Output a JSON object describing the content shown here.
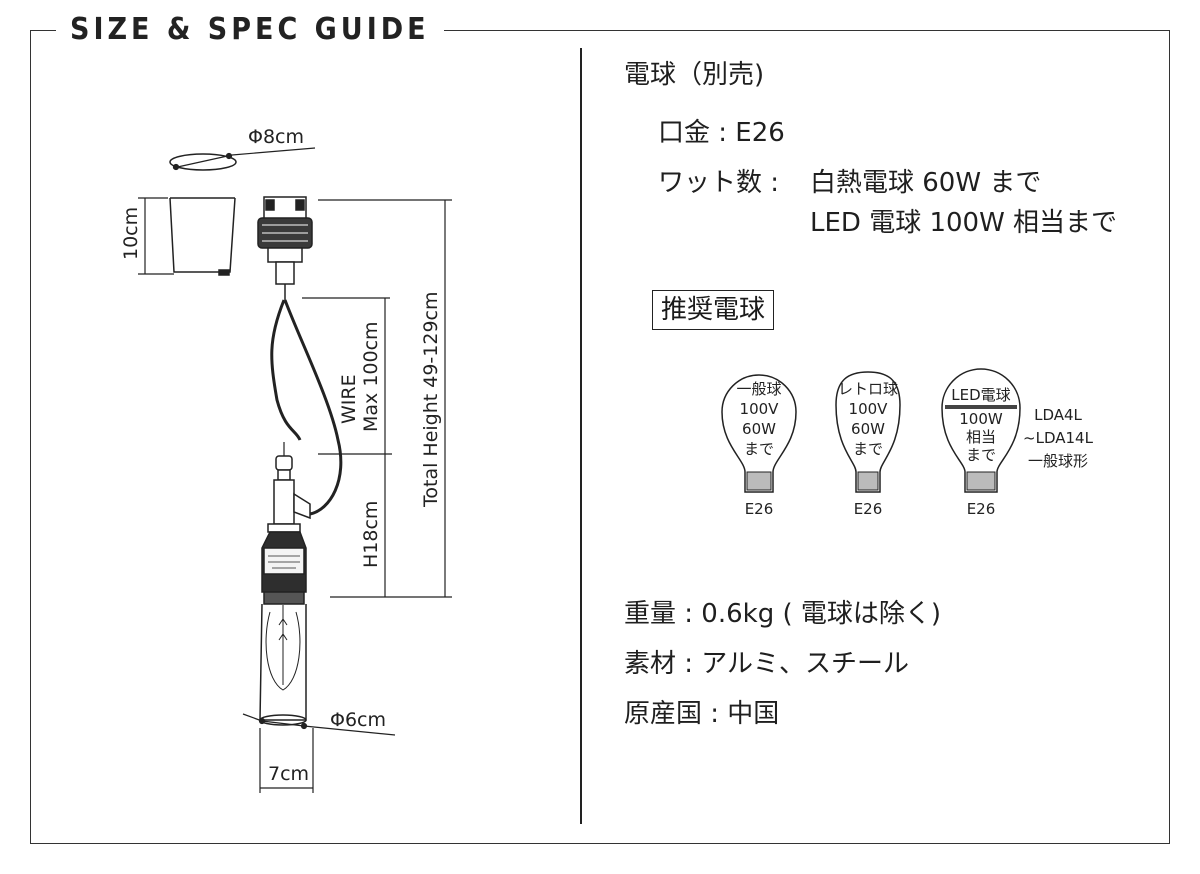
{
  "title": "SIZE & SPEC GUIDE",
  "dimensions": {
    "shade_diameter": "Φ8cm",
    "shade_height": "10cm",
    "wire_label": "WIRE",
    "wire_length": "Max 100cm",
    "total_height": "Total Height 49-129cm",
    "body_height": "H18cm",
    "glass_diameter": "Φ6cm",
    "width": "7cm"
  },
  "spec": {
    "bulb_heading": "電球（別売)",
    "socket": "口金 : E26",
    "watt_label": "ワット数 :",
    "watt_incandescent": "白熱電球 60W まで",
    "watt_led": "LED 電球 100W 相当まで",
    "recommended_heading": "推奨電球",
    "weight": "重量 : 0.6kg ( 電球は除く)",
    "material": "素材 : アルミ、スチール",
    "origin": "原産国 : 中国"
  },
  "bulbs": [
    {
      "type": "一般球",
      "line1": "100V",
      "line2": "60W",
      "line3": "まで",
      "base": "E26"
    },
    {
      "type": "レトロ球",
      "line1": "100V",
      "line2": "60W",
      "line3": "まで",
      "base": "E26"
    },
    {
      "type": "LED電球",
      "line1": "100W",
      "line2": "相当",
      "line3": "まで",
      "base": "E26"
    }
  ],
  "led_models": {
    "line1": "LDA4L",
    "line2": "~LDA14L",
    "line3": "一般球形"
  }
}
